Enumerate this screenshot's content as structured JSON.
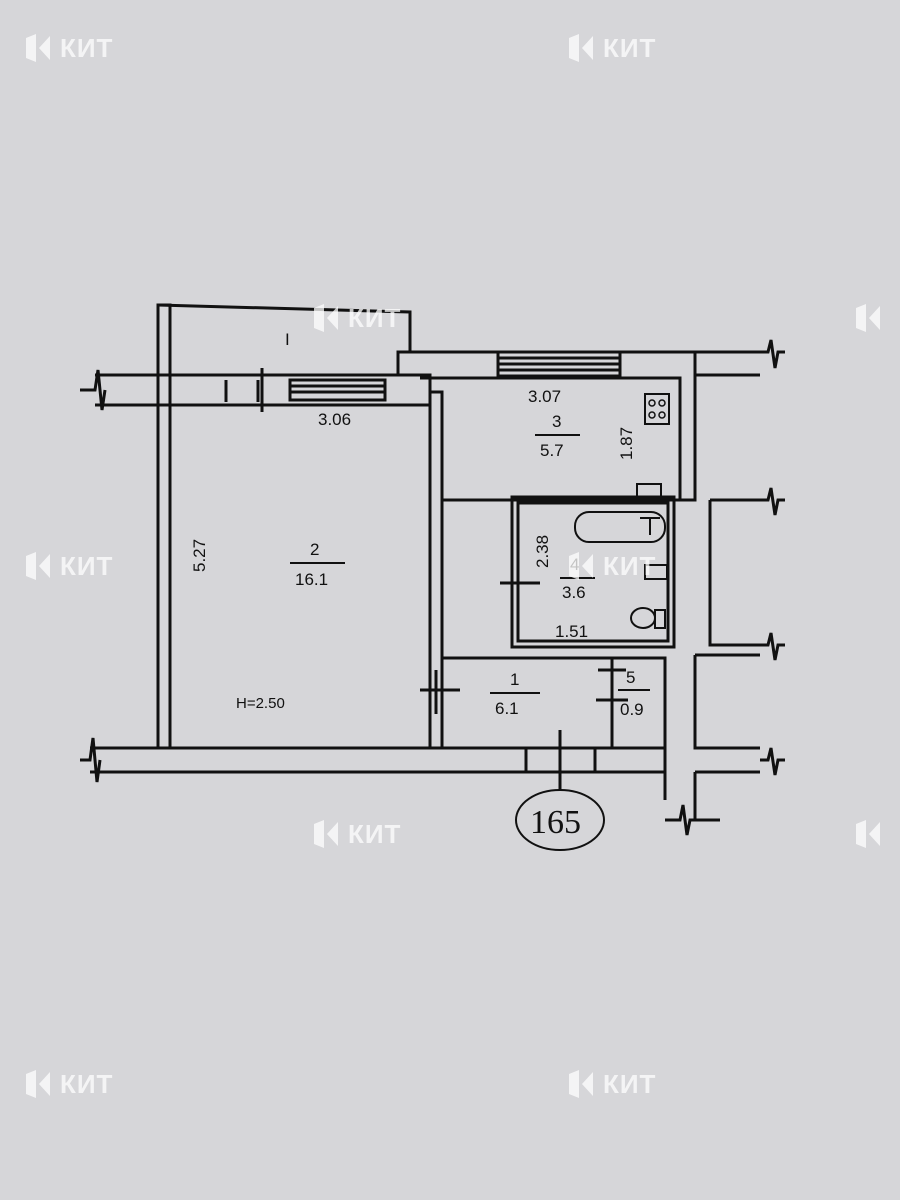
{
  "watermark": {
    "text": "КИТ",
    "icon": "kit-logo-icon"
  },
  "plan": {
    "rooms": [
      {
        "id": "room-1",
        "number": "1",
        "area": "6.1"
      },
      {
        "id": "room-2",
        "number": "2",
        "area": "16.1"
      },
      {
        "id": "room-3",
        "number": "3",
        "area": "5.7"
      },
      {
        "id": "room-4",
        "number": "4",
        "area": "3.6"
      },
      {
        "id": "room-5",
        "number": "5",
        "area": "0.9"
      }
    ],
    "dimensions": {
      "room2_width": "3.06",
      "room2_length": "5.27",
      "room3_width": "3.07",
      "room3_length": "1.87",
      "room4_length": "2.38",
      "room4_width": "1.51"
    },
    "ceiling_height": "H=2.50",
    "balcony_label": "I",
    "apartment_number": "165"
  },
  "colors": {
    "paper": "#d6d6d9",
    "line": "#111111",
    "watermark": "#ffffff"
  }
}
